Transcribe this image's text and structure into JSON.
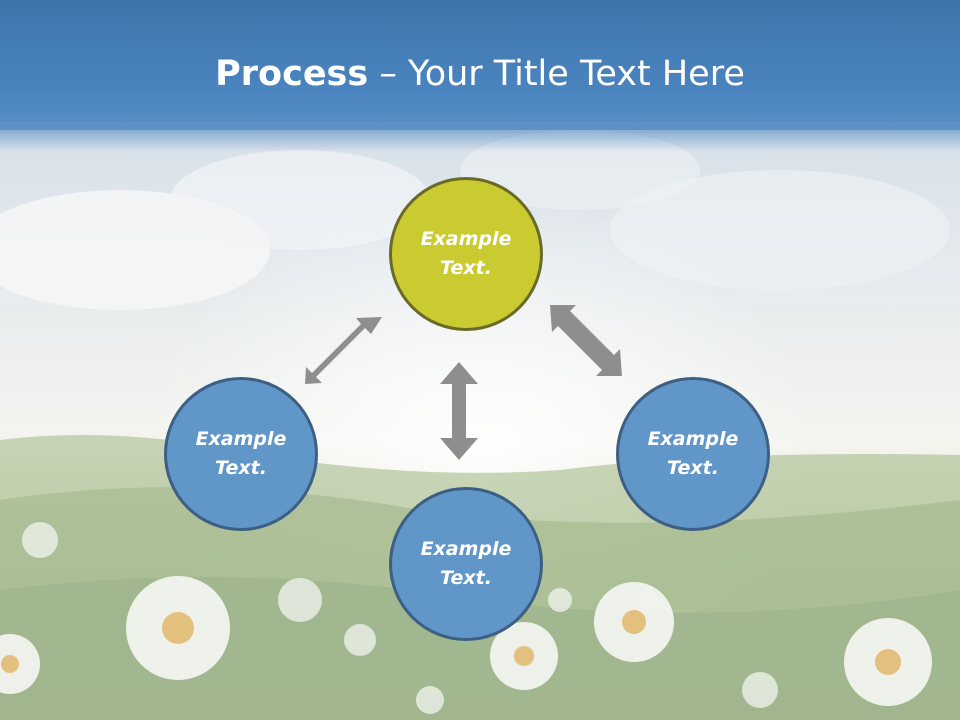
{
  "title": {
    "bold": "Process",
    "rest": " – Your Title Text Here"
  },
  "diagram": {
    "nodes": [
      {
        "id": "top",
        "label": "Example Text.",
        "color": "#c9cb31"
      },
      {
        "id": "left",
        "label": "Example Text.",
        "color": "#6196c9"
      },
      {
        "id": "right",
        "label": "Example Text.",
        "color": "#6196c9"
      },
      {
        "id": "bottom",
        "label": "Example Text.",
        "color": "#6196c9"
      }
    ],
    "arrow_color": "#8e8e8e"
  },
  "background": "sky-and-daisy-meadow"
}
